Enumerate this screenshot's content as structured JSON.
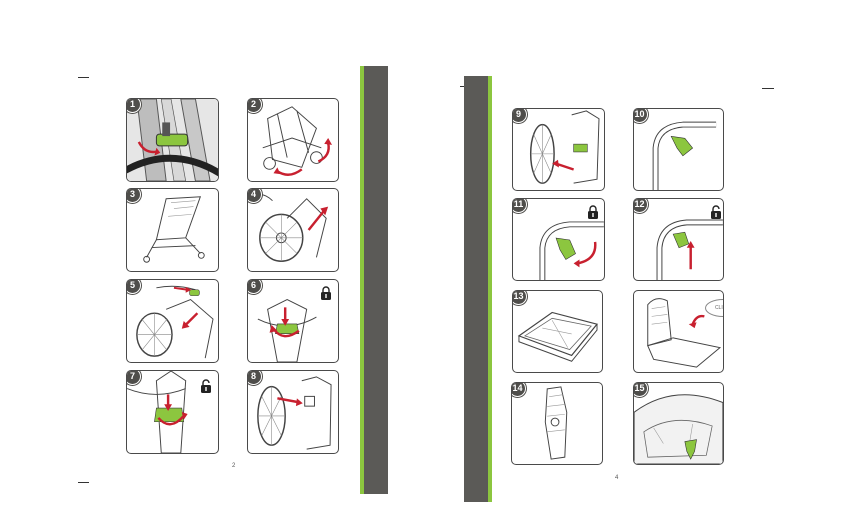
{
  "left_page": {
    "page_number": "2",
    "steps": [
      {
        "label": "1"
      },
      {
        "label": "2"
      },
      {
        "label": "3"
      },
      {
        "label": "4"
      },
      {
        "label": "5"
      },
      {
        "label": "6"
      },
      {
        "label": "7"
      },
      {
        "label": "8"
      }
    ]
  },
  "right_page": {
    "page_number": "4",
    "click_text": "CLICK!",
    "steps": [
      {
        "label": "9"
      },
      {
        "label": "10"
      },
      {
        "label": "11"
      },
      {
        "label": "12"
      },
      {
        "label": "13"
      },
      {
        "label": "14"
      },
      {
        "label": "15"
      }
    ]
  },
  "colors": {
    "band": "#5b5a57",
    "accent_green": "#8cc63f",
    "arrow_red": "#c8202f",
    "line": "#4a4a4a"
  },
  "icons": {
    "lock": "lock-icon",
    "arrow": "arrow-icon"
  }
}
